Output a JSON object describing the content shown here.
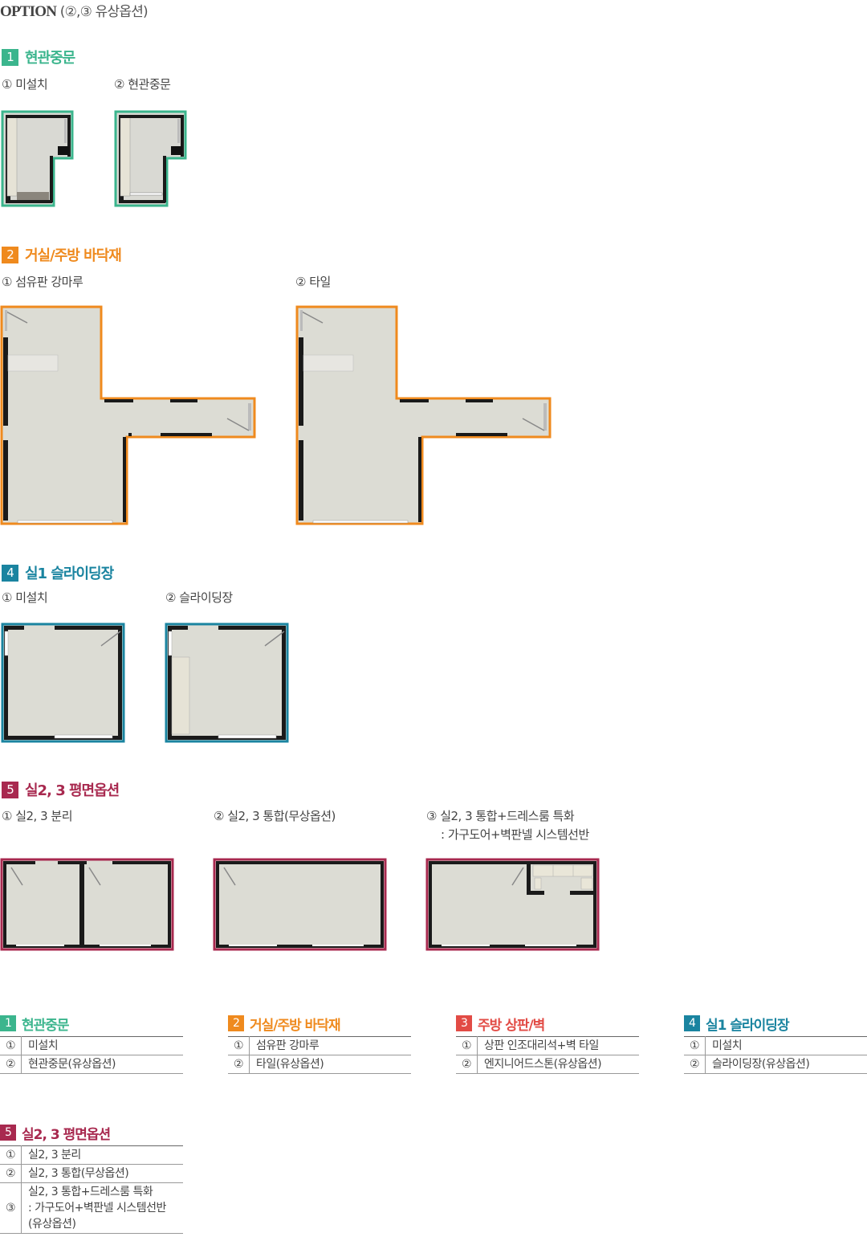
{
  "page_title": {
    "main": "OPTION",
    "sub": "(②,③ 유상옵션)"
  },
  "sections": {
    "s1": {
      "num": "1",
      "title": "현관중문",
      "color": "#3bb58d",
      "opt1": "① 미설치",
      "opt2": "② 현관중문"
    },
    "s2": {
      "num": "2",
      "title": "거실/주방 바닥재",
      "color": "#ef8a1e",
      "opt1": "① 섬유판 강마루",
      "opt2": "② 타일"
    },
    "s4": {
      "num": "4",
      "title": "실1 슬라이딩장",
      "color": "#1a84a0",
      "opt1": "① 미설치",
      "opt2": "② 슬라이딩장"
    },
    "s5": {
      "num": "5",
      "title": "실2, 3 평면옵션",
      "color": "#a8294f",
      "opt1": "① 실2, 3 분리",
      "opt2": "② 실2, 3 통합(무상옵션)",
      "opt3_line1": "③ 실2, 3 통합+드레스룸 특화",
      "opt3_line2": ": 가구도어+벽판넬 시스템선반"
    }
  },
  "tables": {
    "t1": {
      "num": "1",
      "title": "현관중문",
      "color": "#3bb58d",
      "rows": [
        {
          "n": "①",
          "text": "미설치"
        },
        {
          "n": "②",
          "text": "현관중문(유상옵션)"
        }
      ]
    },
    "t2": {
      "num": "2",
      "title": "거실/주방 바닥재",
      "color": "#ef8a1e",
      "rows": [
        {
          "n": "①",
          "text": "섬유판 강마루"
        },
        {
          "n": "②",
          "text": "타일(유상옵션)"
        }
      ]
    },
    "t3": {
      "num": "3",
      "title": "주방 상판/벽",
      "color": "#e24b45",
      "rows": [
        {
          "n": "①",
          "text": "상판 인조대리석+벽 타일"
        },
        {
          "n": "②",
          "text": "엔지니어드스톤(유상옵션)"
        }
      ]
    },
    "t4": {
      "num": "4",
      "title": "실1 슬라이딩장",
      "color": "#1a84a0",
      "rows": [
        {
          "n": "①",
          "text": "미설치"
        },
        {
          "n": "②",
          "text": "슬라이딩장(유상옵션)"
        }
      ]
    },
    "t5": {
      "num": "5",
      "title": "실2, 3 평면옵션",
      "color": "#a8294f",
      "rows": [
        {
          "n": "①",
          "text": "실2, 3 분리"
        },
        {
          "n": "②",
          "text": "실2, 3 통합(무상옵션)"
        },
        {
          "n": "③",
          "line1": "실2, 3 통합+드레스룸 특화",
          "line2": ": 가구도어+벽판넬 시스템선반",
          "line3": "(유상옵션)"
        }
      ]
    }
  }
}
